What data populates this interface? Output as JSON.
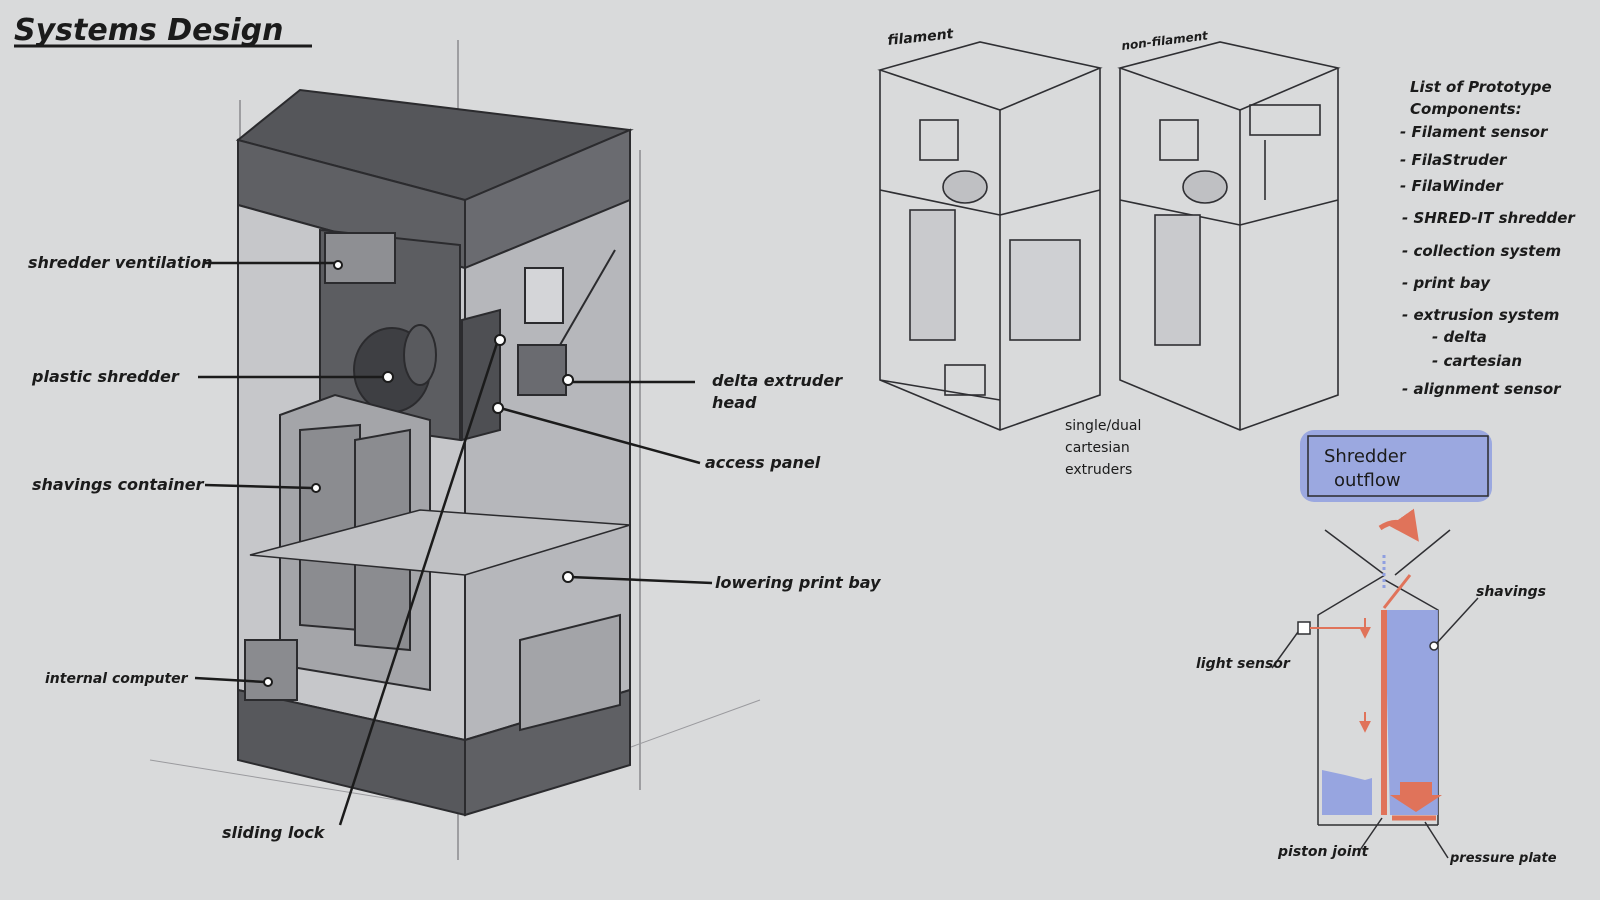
{
  "title": "Systems Design",
  "main_labels": {
    "shredder_ventilation": "shredder ventilation",
    "plastic_shredder": "plastic shredder",
    "shavings_container": "shavings container",
    "internal_computer": "internal computer",
    "sliding_lock": "sliding lock",
    "delta_extruder_1": "delta extruder",
    "delta_extruder_2": "head",
    "access_panel": "access panel",
    "lowering_print_bay": "lowering print bay"
  },
  "variant_labels": {
    "filament": "filament",
    "non_filament": "non-filament",
    "cartesian_1": "single/dual",
    "cartesian_2": "cartesian",
    "cartesian_3": "extruders"
  },
  "components_list": {
    "heading_1": "List of Prototype",
    "heading_2": "Components:",
    "items": [
      "- Filament sensor",
      "- FilaStruder",
      "- FilaWinder",
      "- SHRED-IT shredder",
      "- collection system",
      "- print bay",
      "- extrusion system",
      "- delta",
      "- cartesian",
      "- alignment sensor"
    ]
  },
  "outflow_diagram": {
    "title_1": "Shredder",
    "title_2": "outflow",
    "shavings": "shavings",
    "light_sensor": "light sensor",
    "piston_joint": "piston joint",
    "pressure_plate": "pressure plate"
  },
  "colors": {
    "background": "#d9dadb",
    "ink": "#1b1b1b",
    "panel_dark": "#5d5e62",
    "shavings_blue": "#8f9fe0",
    "arrow_red": "#e0735a"
  }
}
